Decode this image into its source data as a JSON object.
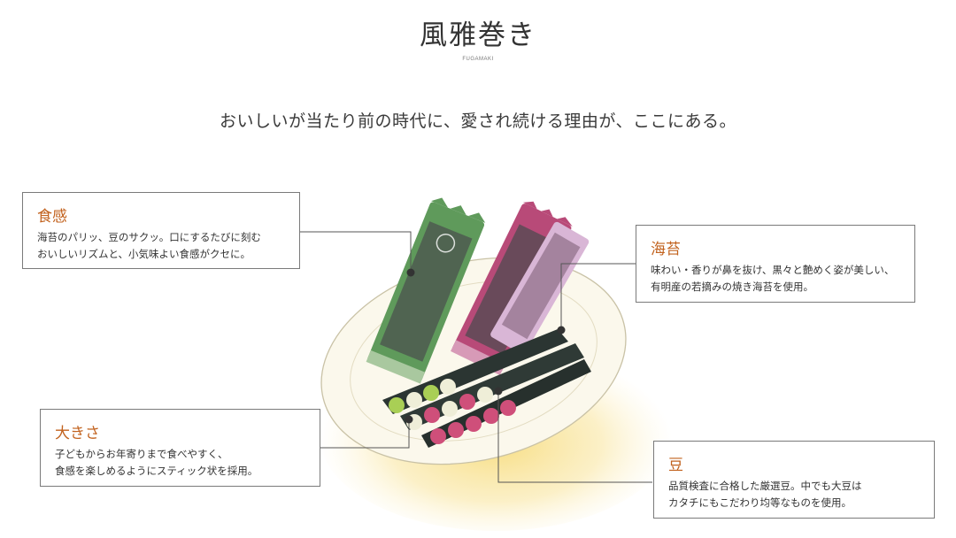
{
  "header": {
    "title": "風雅巻き",
    "subtitle": "FUGAMAKI",
    "lead": "おいしいが当たり前の時代に、愛され続ける理由が、ここにある。"
  },
  "features": [
    {
      "title": "食感",
      "lines": [
        "海苔のパリッ、豆のサクッ。口にするたびに刻む",
        "おいしいリズムと、小気味よい食感がクセに。"
      ]
    },
    {
      "title": "海苔",
      "lines": [
        "味わい・香りが鼻を抜け、黒々と艶めく姿が美しい、",
        "有明産の若摘みの焼き海苔を使用。"
      ]
    },
    {
      "title": "大きさ",
      "lines": [
        "子どもからお年寄りまで食べやすく、",
        "食感を楽しめるようにスティック状を採用。"
      ]
    },
    {
      "title": "豆",
      "lines": [
        "品質検査に合格した厳選豆。中でも大豆は",
        "カタチにもこだわり均等なものを使用。"
      ]
    }
  ],
  "colors": {
    "accent": "#c2621e",
    "package_green": "#5f9a5b",
    "package_pink": "#b84a78",
    "nori": "#2b3532",
    "plate_glow": "#f7dc7c"
  },
  "icons": [
    "product-illustration"
  ]
}
